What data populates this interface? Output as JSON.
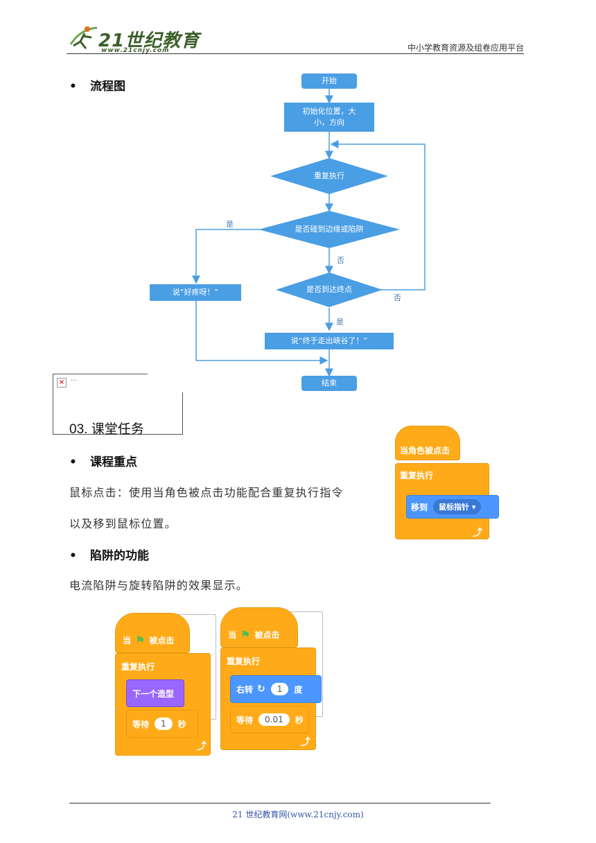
{
  "header": {
    "logo_text": "21世纪教育",
    "logo_sub": "www.21cnjy.com",
    "right_text": "中小学教育资源及组卷应用平台"
  },
  "section_flow": {
    "bullet": "•",
    "title": "流程图",
    "nodes": {
      "start": "开始",
      "init": "初始化位置，大小，方向",
      "loop": "重复执行",
      "check_edge": "是否碰到边缘或陷阱",
      "check_end": "是否到达终点",
      "say_pain": "说“好疼呀！”",
      "say_done": "说“终于走出峡谷了！”",
      "end": "结束"
    },
    "labels": {
      "yes1": "是",
      "no1": "否",
      "no2": "否",
      "yes2": "是"
    }
  },
  "section_task": {
    "title": "03.   课堂任务"
  },
  "section_key": {
    "bullet": "•",
    "title": "课程重点",
    "para1": "鼠标点击：使用当角色被点击功能配合重复执行指令",
    "para2": "以及移到鼠标位置。"
  },
  "blocks_click": {
    "hat": "当角色被点击",
    "loop": "重复执行",
    "move": "移到",
    "target": "鼠标指针"
  },
  "section_trap": {
    "bullet": "•",
    "title": "陷阱的功能",
    "para": "电流陷阱与旋转陷阱的效果显示。"
  },
  "blocks_left": {
    "hat_pre": "当",
    "hat_post": "被点击",
    "loop": "重复执行",
    "next": "下一个造型",
    "wait": "等待",
    "wait_val": "1",
    "wait_unit": "秒"
  },
  "blocks_right": {
    "hat_pre": "当",
    "hat_post": "被点击",
    "loop": "重复执行",
    "turn": "右转",
    "turn_val": "1",
    "turn_unit": "度",
    "wait": "等待",
    "wait_val": "0.01",
    "wait_unit": "秒"
  },
  "footer": {
    "text": "21 世纪教育网(www.21cnjy.com)"
  },
  "colors": {
    "flow_blue": "#4a9ee4",
    "scratch_orange": "#ffab19",
    "scratch_blue": "#4c97ff",
    "scratch_purple": "#9966ff",
    "looks_green": "#4cbf56"
  }
}
